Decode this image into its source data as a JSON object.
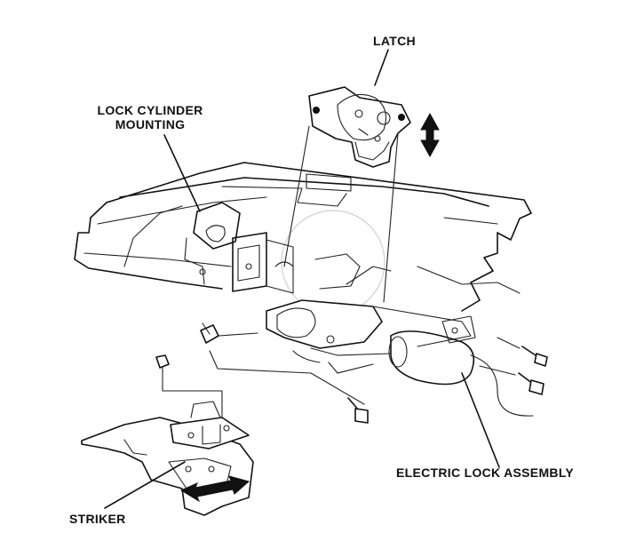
{
  "labels": {
    "latch": "LATCH",
    "lock_cylinder_line1": "LOCK CYLINDER",
    "lock_cylinder_line2": "MOUNTING",
    "electric_lock_assembly": "ELECTRIC LOCK ASSEMBLY",
    "striker": "STRIKER"
  },
  "colors": {
    "ink": "#111111",
    "paper": "#ffffff"
  }
}
